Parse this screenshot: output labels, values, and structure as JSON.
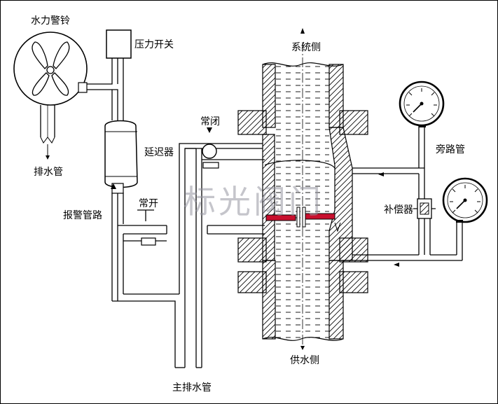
{
  "labels": {
    "water_alarm": "水力警铃",
    "drain_pipe": "排水管",
    "pressure_switch": "压力开关",
    "delay_device": "延迟器",
    "normally_closed": "常闭",
    "normally_open": "常开",
    "alarm_pipeline": "报警管路",
    "system_side": "系统侧",
    "supply_side": "供水侧",
    "bypass_pipe": "旁路管",
    "compensator": "补偿器",
    "main_drain_pipe": "主排水管"
  },
  "watermark": "标光阀门",
  "colors": {
    "line": "#000000",
    "seat": "#c8102e",
    "watermark": "#9696a0"
  }
}
